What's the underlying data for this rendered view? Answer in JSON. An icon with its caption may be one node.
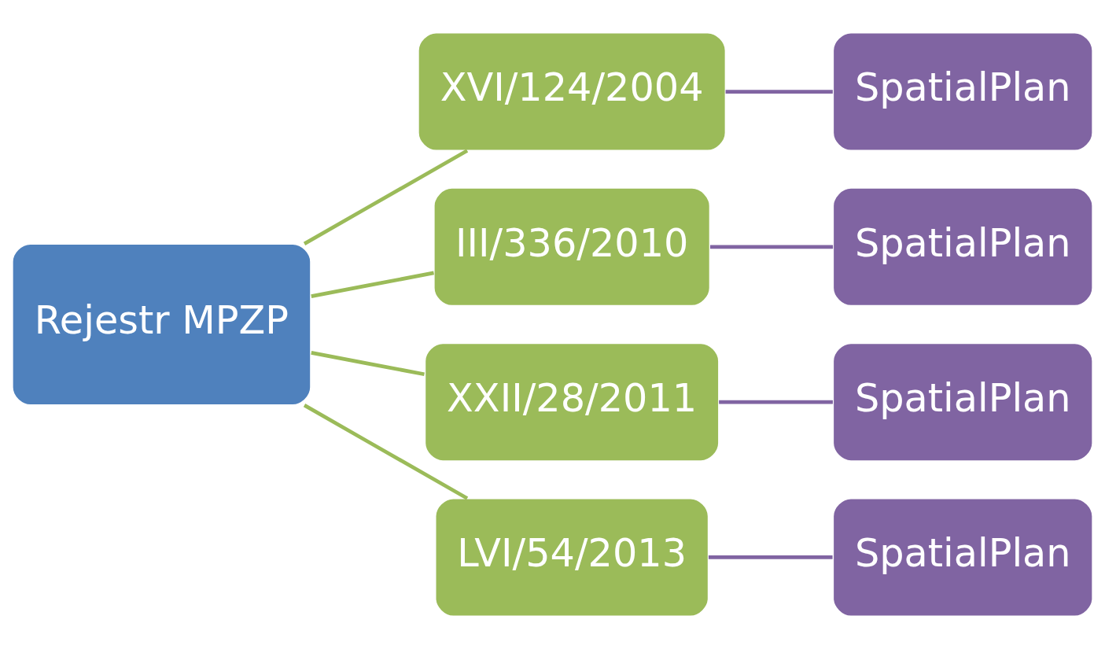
{
  "diagram": {
    "nodes": [
      {
        "text": [
          "Rejestr MPZP"
        ]
      },
      {
        "text": [
          "XVI/124/2004"
        ]
      },
      {
        "text": [
          "III/336/2010"
        ]
      },
      {
        "text": [
          "XXII/28/2011"
        ]
      },
      {
        "text": [
          "LVI/54/2013"
        ]
      },
      {
        "text": [
          "SpatialPlan"
        ]
      },
      {
        "text": [
          "SpatialPlan"
        ]
      },
      {
        "text": [
          "SpatialPlan"
        ]
      },
      {
        "text": [
          "SpatialPlan"
        ]
      }
    ],
    "edges": [
      {
        "from": 0,
        "to": 1,
        "arrow": "none",
        "color": "#9bbb59"
      },
      {
        "from": 0,
        "to": 2,
        "arrow": "none",
        "color": "#9bbb59"
      },
      {
        "from": 0,
        "to": 3,
        "arrow": "none",
        "color": "#9bbb59"
      },
      {
        "from": 0,
        "to": 4,
        "arrow": "none",
        "color": "#9bbb59"
      },
      {
        "from": 1,
        "to": 5,
        "arrow": "none",
        "color": "#8064a2"
      },
      {
        "from": 2,
        "to": 6,
        "arrow": "none",
        "color": "#8064a2"
      },
      {
        "from": 3,
        "to": 7,
        "arrow": "none",
        "color": "#8064a2"
      },
      {
        "from": 4,
        "to": 8,
        "arrow": "none",
        "color": "#8064a2"
      }
    ]
  }
}
